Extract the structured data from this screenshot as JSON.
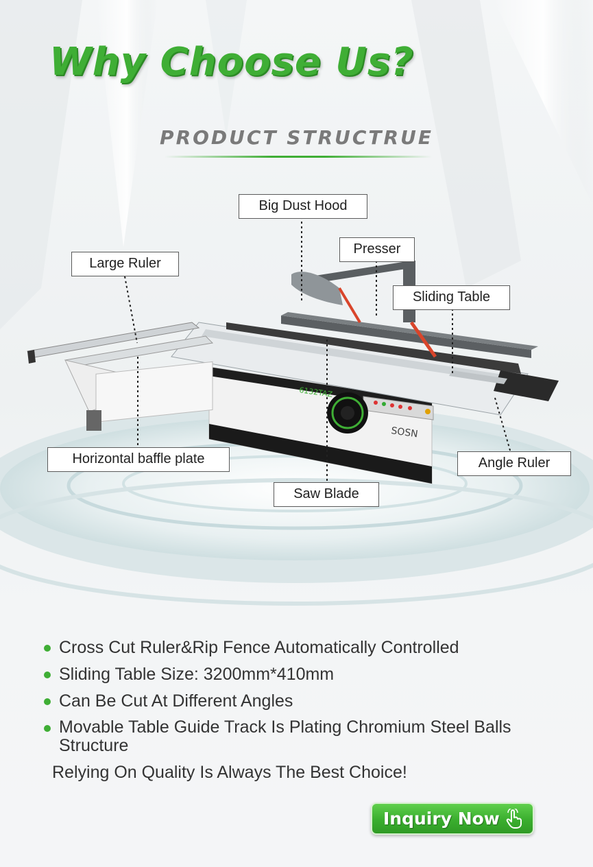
{
  "header": {
    "title": "Why Choose Us?",
    "subtitle": "PRODUCT STRUCTRUE"
  },
  "callouts": {
    "big_dust_hood": "Big Dust Hood",
    "presser": "Presser",
    "large_ruler": "Large Ruler",
    "sliding_table": "Sliding Table",
    "horizontal_baffle_plate": "Horizontal baffle plate",
    "angle_ruler": "Angle Ruler",
    "saw_blade": "Saw Blade"
  },
  "machine": {
    "model_label": "6132TAZ",
    "brand": "SOSN"
  },
  "features": [
    "Cross Cut Ruler&Rip Fence Automatically Controlled",
    "Sliding Table Size: 3200mm*410mm",
    "Can Be Cut At Different Angles",
    "Movable Table Guide Track Is Plating Chromium Steel Balls Structure"
  ],
  "tagline": "Relying On Quality Is Always The Best Choice!",
  "cta": {
    "label": "Inquiry Now",
    "icon": "pointing-hand-icon"
  },
  "colors": {
    "accent_green": "#3fae35",
    "subtitle_gray": "#7a7a7a"
  }
}
